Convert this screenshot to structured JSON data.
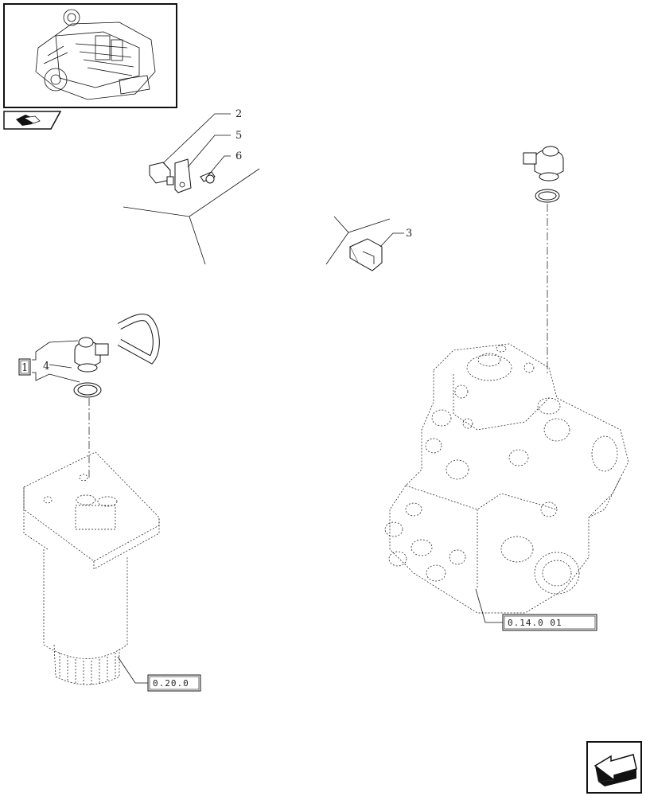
{
  "callouts": {
    "n1": "1",
    "n2": "2",
    "n3": "3",
    "n4": "4",
    "n5": "5",
    "n6": "6"
  },
  "references": {
    "filter_ref": "0.20.0",
    "pump_ref": "0.14.0 01"
  },
  "icons": {
    "nav_tab": "book-pages-icon",
    "next_page": "next-page-arrow-icon"
  }
}
